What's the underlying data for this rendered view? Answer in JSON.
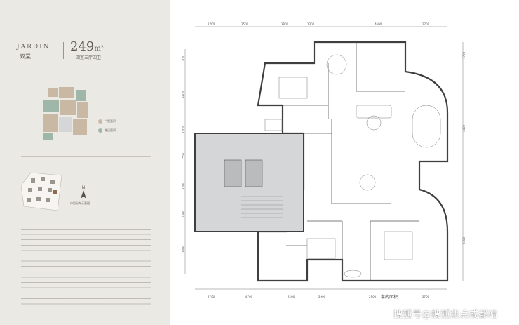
{
  "brand": {
    "name_en": "JARDIN",
    "name_cn": "双棠"
  },
  "unit": {
    "area": "249",
    "unit": "m²",
    "layout": "四室三厅四卫"
  },
  "legend": {
    "items": [
      "户型面积",
      "赠送面积"
    ],
    "colors": [
      "#c9b8a4",
      "#9fb7a8"
    ]
  },
  "compass": {
    "letter": "N",
    "label": "户型分布示意图"
  },
  "dimensions": {
    "top": [
      "2700",
      "3500",
      "3800",
      "1300",
      "4600",
      "2700"
    ],
    "bottom": [
      "2700",
      "4700",
      "2200",
      "2900",
      "2900",
      "2700"
    ],
    "left": [
      "1700",
      "3800",
      "2700",
      "1550",
      "2700",
      "1500",
      "3400"
    ],
    "right": [
      "1700",
      "4400",
      "2300"
    ]
  },
  "caption": "套内面积",
  "watermark": "搜狐号@搜狐焦点成都站",
  "colors": {
    "wall": "#3f3f3f",
    "core": "#d5d6d7",
    "line": "#6e6e6e",
    "panel": "#ebe9e4"
  }
}
